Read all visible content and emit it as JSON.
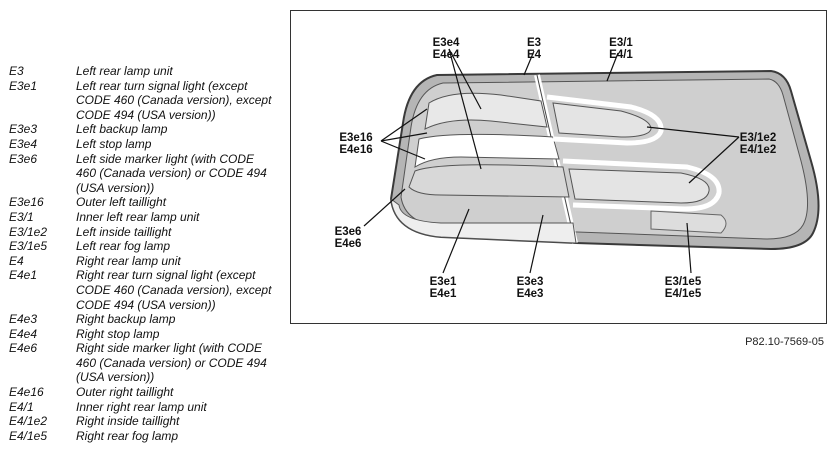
{
  "legend": [
    {
      "code": "E3",
      "desc": "Left rear lamp unit"
    },
    {
      "code": "E3e1",
      "desc": "Left rear turn signal light (except CODE 460 (Canada version), except CODE 494 (USA version))"
    },
    {
      "code": "E3e3",
      "desc": "Left backup lamp"
    },
    {
      "code": "E3e4",
      "desc": "Left stop lamp"
    },
    {
      "code": "E3e6",
      "desc": "Left side marker light (with CODE 460 (Canada version) or CODE 494 (USA version))"
    },
    {
      "code": "E3e16",
      "desc": "Outer left taillight"
    },
    {
      "code": "E3/1",
      "desc": "Inner left rear lamp unit"
    },
    {
      "code": "E3/1e2",
      "desc": "Left inside taillight"
    },
    {
      "code": "E3/1e5",
      "desc": "Left rear fog lamp"
    },
    {
      "code": "E4",
      "desc": "Right rear lamp unit"
    },
    {
      "code": "E4e1",
      "desc": "Right rear turn signal light (except CODE 460 (Canada version), except CODE 494 (USA version))"
    },
    {
      "code": "E4e3",
      "desc": "Right backup lamp"
    },
    {
      "code": "E4e4",
      "desc": "Right stop lamp"
    },
    {
      "code": "E4e6",
      "desc": "Right side marker light (with CODE 460 (Canada version) or CODE 494 (USA version))"
    },
    {
      "code": "E4e16",
      "desc": "Outer right taillight"
    },
    {
      "code": "E4/1",
      "desc": "Inner right rear lamp unit"
    },
    {
      "code": "E4/1e2",
      "desc": "Right inside taillight"
    },
    {
      "code": "E4/1e5",
      "desc": "Right rear fog lamp"
    }
  ],
  "callouts": {
    "e4_top": {
      "line1": "E3e4",
      "line2": "E4e4"
    },
    "unit_top": {
      "line1": "E3",
      "line2": "E4"
    },
    "inner_unit_top": {
      "line1": "E3/1",
      "line2": "E4/1"
    },
    "e16_left": {
      "line1": "E3e16",
      "line2": "E4e16"
    },
    "inside_right": {
      "line1": "E3/1e2",
      "line2": "E4/1e2"
    },
    "e6_left": {
      "line1": "E3e6",
      "line2": "E4e6"
    },
    "e1_bottom": {
      "line1": "E3e1",
      "line2": "E4e1"
    },
    "e3_bottom": {
      "line1": "E3e3",
      "line2": "E4e3"
    },
    "fog_bottom": {
      "line1": "E3/1e5",
      "line2": "E4/1e5"
    }
  },
  "figure_id": "P82.10-7569-05"
}
